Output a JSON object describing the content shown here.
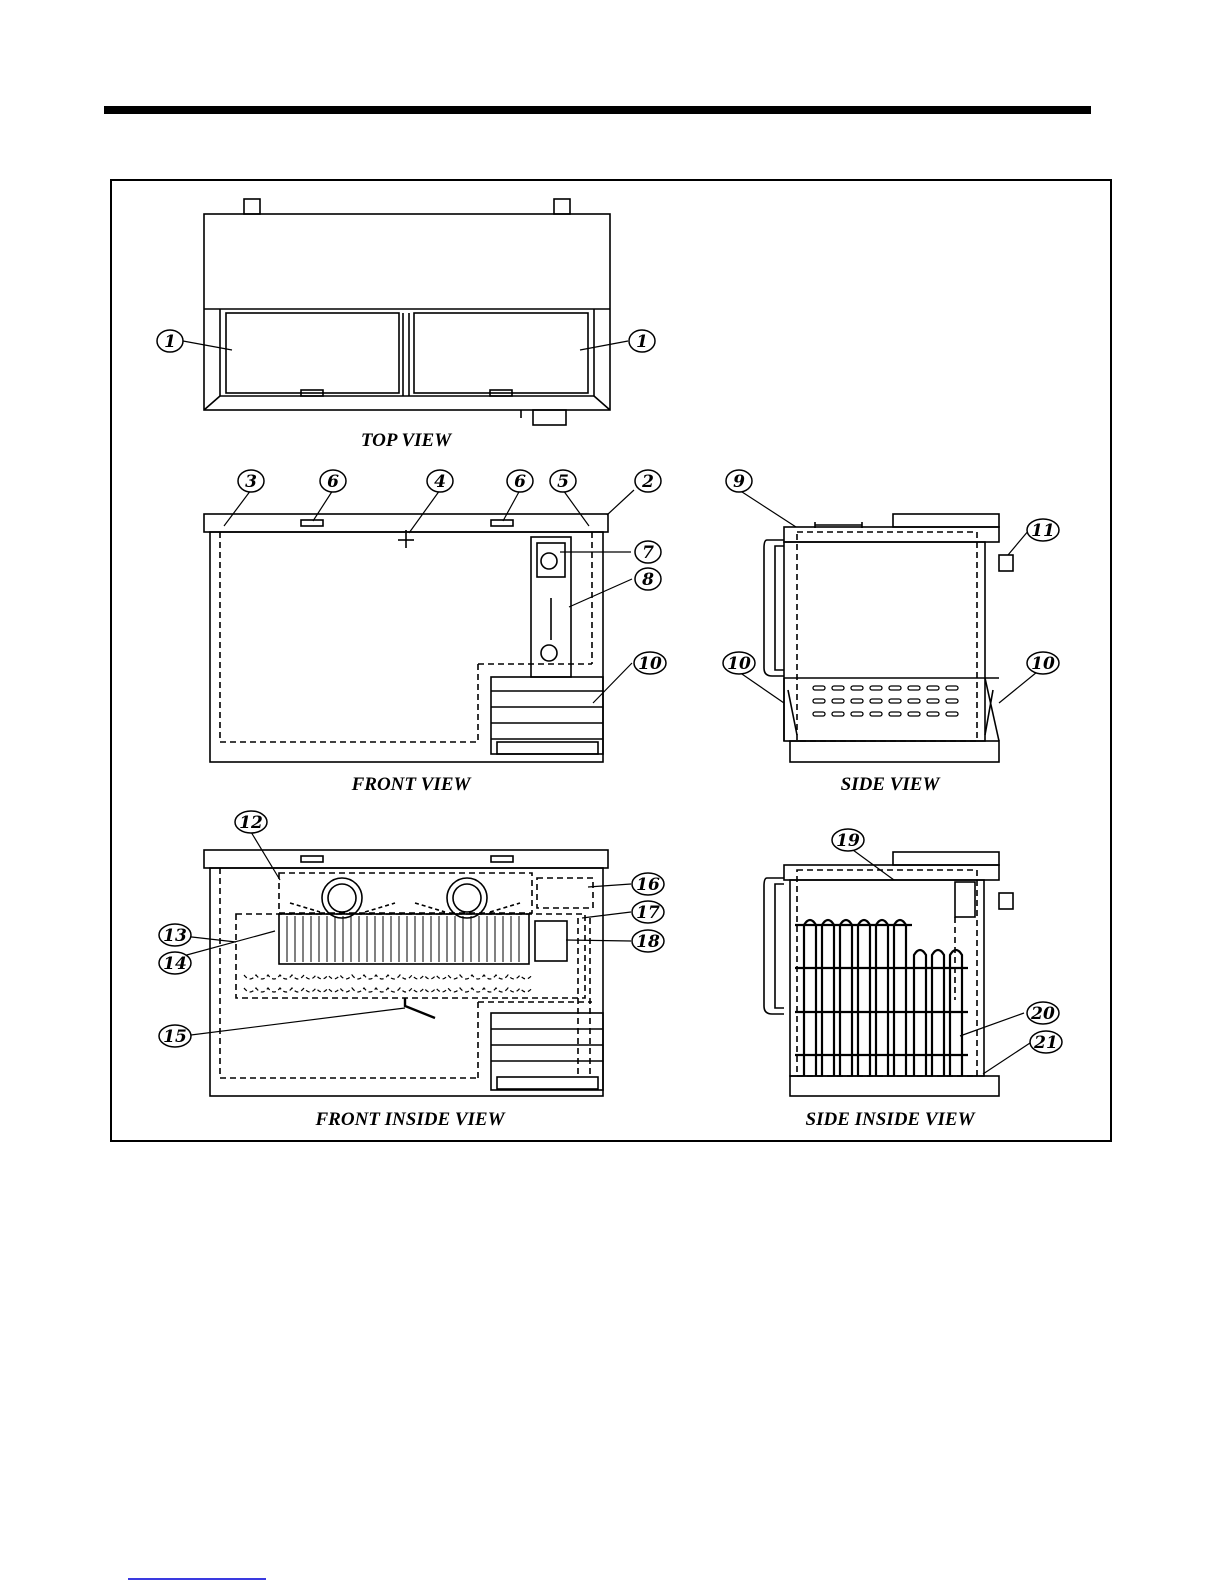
{
  "views": {
    "top": "TOP VIEW",
    "front": "FRONT VIEW",
    "side": "SIDE VIEW",
    "front_inside": "FRONT INSIDE VIEW",
    "side_inside": "SIDE INSIDE VIEW"
  },
  "callouts": {
    "c1a": "1",
    "c1b": "1",
    "c2": "2",
    "c3": "3",
    "c4": "4",
    "c5": "5",
    "c6a": "6",
    "c6b": "6",
    "c7": "7",
    "c8": "8",
    "c9": "9",
    "c10a": "10",
    "c10b": "10",
    "c10c": "10",
    "c11": "11",
    "c12": "12",
    "c13": "13",
    "c14": "14",
    "c15": "15",
    "c16": "16",
    "c17": "17",
    "c18": "18",
    "c19": "19",
    "c20": "20",
    "c21": "21"
  }
}
